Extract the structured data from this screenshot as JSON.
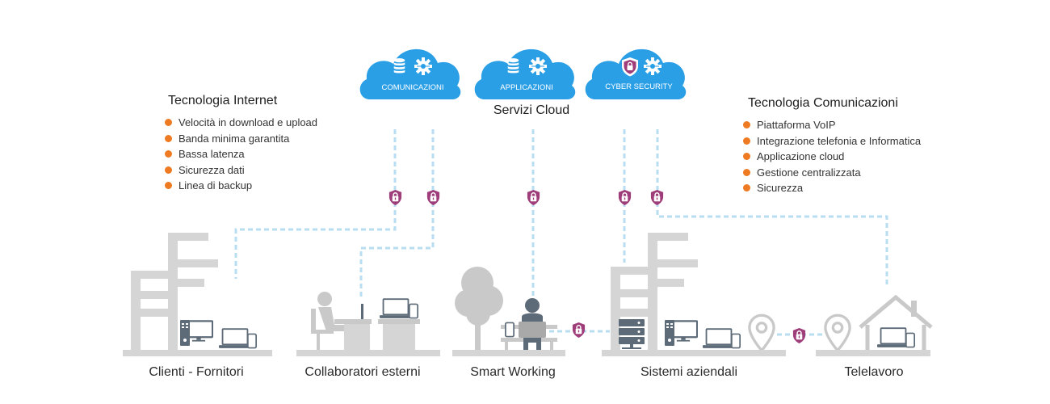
{
  "colors": {
    "cloud": "#2a9fe6",
    "line": "#b9ddf1",
    "lock": "#9e3d79",
    "bullet": "#ee7a22",
    "building": "#d5d5d5",
    "device": "#5d6b78"
  },
  "clouds": [
    {
      "label": "COMUNICAZIONI",
      "icons": [
        "database-icon",
        "gear-icon"
      ]
    },
    {
      "label": "APPLICAZIONI",
      "icons": [
        "database-icon",
        "gear-icon"
      ]
    },
    {
      "label": "CYBER SECURITY",
      "icons": [
        "lock-shield-icon",
        "gear-icon"
      ]
    }
  ],
  "cloud_title": "Servizi Cloud",
  "left_panel": {
    "title": "Tecnologia Internet",
    "items": [
      "Velocità in download e upload",
      "Banda minima garantita",
      "Bassa latenza",
      "Sicurezza dati",
      "Linea di backup"
    ]
  },
  "right_panel": {
    "title": "Tecnologia Comunicazioni",
    "items": [
      "Piattaforma VoIP",
      "Integrazione telefonia e Informatica",
      "Applicazione cloud",
      "Gestione centralizzata",
      "Sicurezza"
    ]
  },
  "nodes": [
    {
      "label": "Clienti - Fornitori"
    },
    {
      "label": "Collaboratori esterni"
    },
    {
      "label": "Smart Working"
    },
    {
      "label": "Sistemi aziendali"
    },
    {
      "label": "Telelavoro"
    }
  ]
}
